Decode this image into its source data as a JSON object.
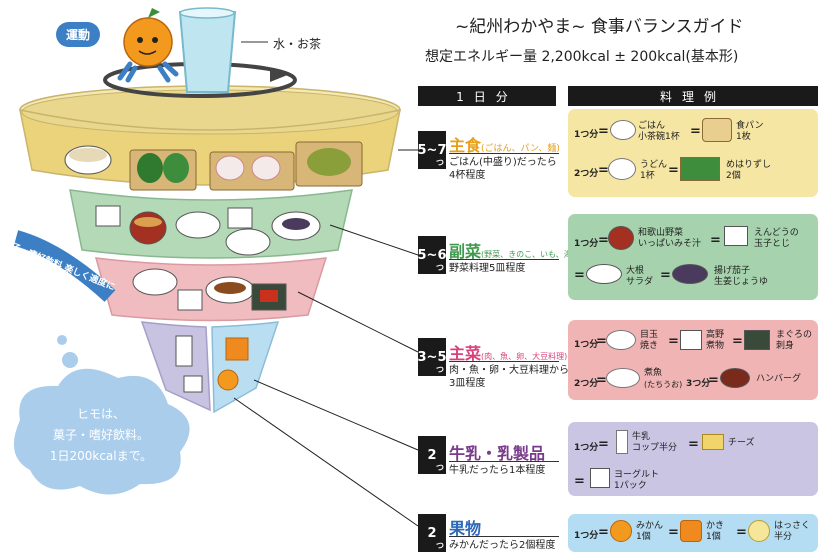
{
  "header": {
    "title": "~紀州わかやま~ 食事バランスガイド",
    "subtitle": "想定エネルギー量 2,200kcal ± 200kcal(基本形)",
    "col_daily": "1日分",
    "col_dishes": "料理例"
  },
  "left": {
    "exercise": "運動",
    "water": "水・お茶",
    "snack_ribbon": "菓子・嗜好飲料 楽しく適度に",
    "cloud_lines": [
      "ヒモは、",
      "菓子・嗜好飲料。",
      "1日200kcalまで。"
    ]
  },
  "categories": [
    {
      "count": "5~7",
      "unit": "つ",
      "name": "主食",
      "detail": "(ごはん、パン、麺)",
      "desc": [
        "ごはん(中盛り)だったら",
        "4杯程度"
      ],
      "color": "#e8a018",
      "panel": "#f5e6a3",
      "accent": "#ead37a"
    },
    {
      "count": "5~6",
      "unit": "つ",
      "name": "副菜",
      "detail": "(野菜、きのこ、いも、海藻料理)",
      "desc": [
        "野菜料理5皿程度"
      ],
      "color": "#3f9a4e",
      "panel": "#a6d3ad",
      "accent": "#b4d9b6"
    },
    {
      "count": "3~5",
      "unit": "つ",
      "name": "主菜",
      "detail": "(肉、魚、卵、大豆料理)",
      "desc": [
        "肉・魚・卵・大豆料理から",
        "3皿程度"
      ],
      "color": "#d8407a",
      "panel": "#f0b4b4",
      "accent": "#f0bcc0"
    },
    {
      "count": "2",
      "unit": "つ",
      "name": "牛乳・乳製品",
      "detail": "",
      "desc": [
        "牛乳だったら1本程度"
      ],
      "color": "#7a3a8c",
      "panel": "#c9c5e2",
      "accent": "#c7c3e0"
    },
    {
      "count": "2",
      "unit": "つ",
      "name": "果物",
      "detail": "",
      "desc": [
        "みかんだったら2個程度"
      ],
      "color": "#2c68b8",
      "panel": "#b4dcf2",
      "accent": "#b9def2"
    }
  ],
  "examples": {
    "grain": [
      {
        "tsu": "1つ分",
        "items": [
          {
            "label": [
              "ごはん",
              "小茶碗1杯"
            ]
          },
          {
            "label": [
              "食パン",
              "1枚"
            ]
          }
        ]
      },
      {
        "tsu": "2つ分",
        "items": [
          {
            "label": [
              "うどん",
              "1杯"
            ]
          },
          {
            "label": [
              "めはりずし",
              "2個"
            ]
          }
        ]
      }
    ],
    "vegetable": [
      {
        "tsu": "1つ分",
        "items": [
          {
            "label": [
              "和歌山野菜",
              "いっぱいみそ汁"
            ]
          },
          {
            "label": [
              "えんどうの",
              "玉子とじ"
            ]
          }
        ]
      },
      {
        "tsu": "",
        "items": [
          {
            "label": [
              "大根",
              "サラダ"
            ]
          },
          {
            "label": [
              "揚げ茄子",
              "生姜じょうゆ"
            ]
          }
        ]
      }
    ],
    "main": [
      {
        "tsu": "1つ分",
        "items": [
          {
            "label": [
              "目玉",
              "焼き"
            ]
          },
          {
            "label": [
              "高野",
              "煮物"
            ]
          },
          {
            "label": [
              "まぐろの",
              "刺身"
            ]
          }
        ]
      },
      {
        "tsu": "2つ分",
        "items": [
          {
            "label": [
              "煮魚",
              "(たちうお)"
            ]
          }
        ]
      },
      {
        "tsu": "3つ分",
        "items": [
          {
            "label": [
              "ハンバーグ"
            ]
          }
        ]
      }
    ],
    "dairy": [
      {
        "tsu": "1つ分",
        "items": [
          {
            "label": [
              "牛乳",
              "コップ半分"
            ]
          },
          {
            "label": [
              "チーズ"
            ]
          }
        ]
      },
      {
        "tsu": "",
        "items": [
          {
            "label": [
              "ヨーグルト",
              "1パック"
            ]
          }
        ]
      }
    ],
    "fruit": [
      {
        "tsu": "1つ分",
        "items": [
          {
            "label": [
              "みかん",
              "1個"
            ]
          },
          {
            "label": [
              "かき",
              "1個"
            ]
          },
          {
            "label": [
              "はっさく",
              "半分"
            ]
          }
        ]
      }
    ]
  }
}
